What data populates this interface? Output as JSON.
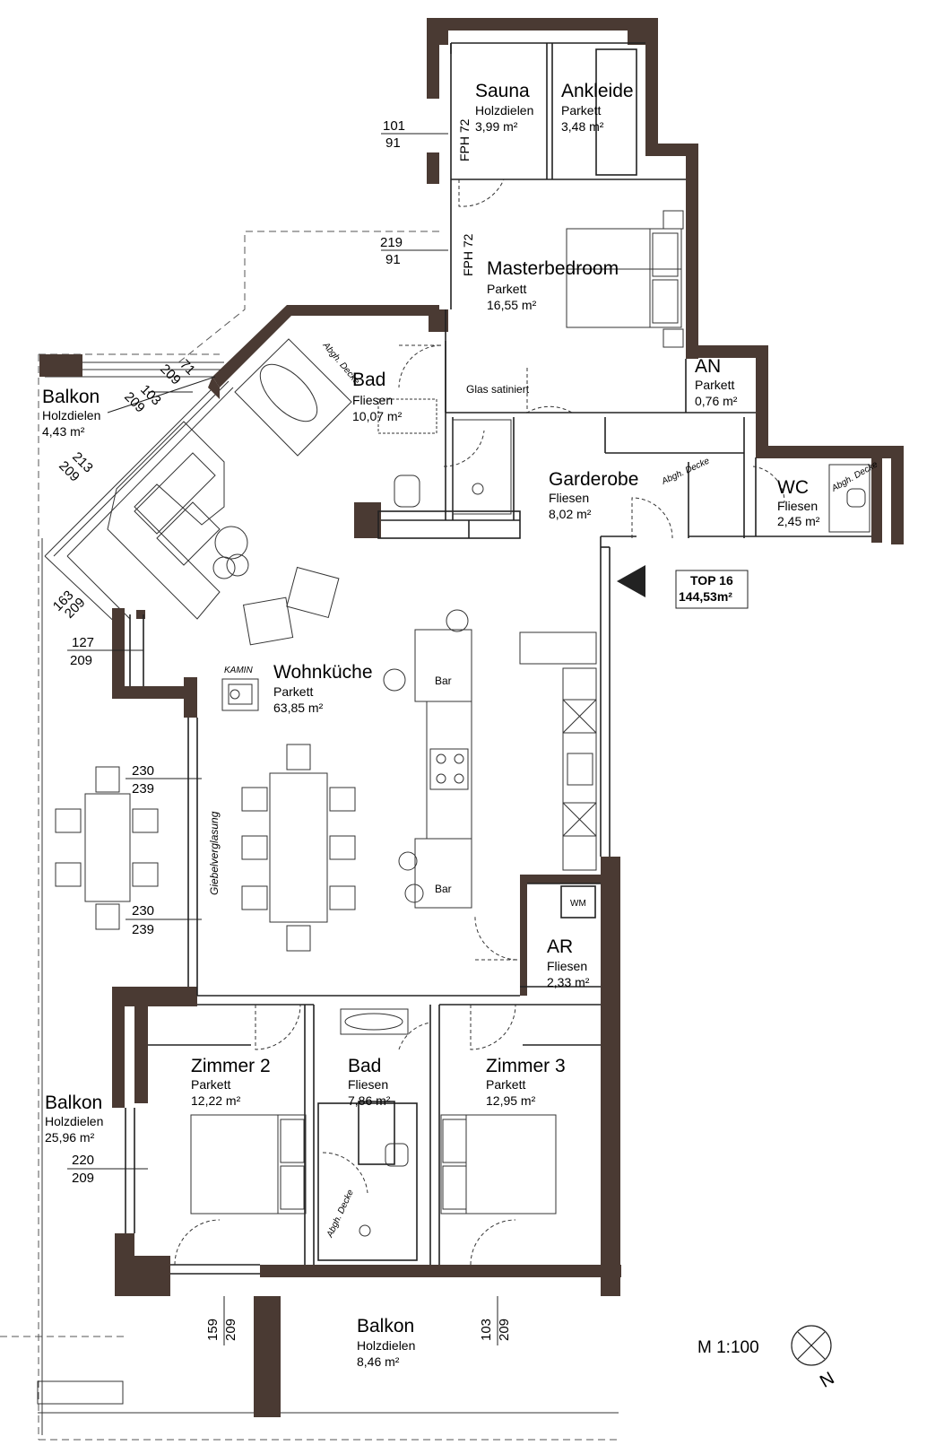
{
  "unit": {
    "label": "TOP 16",
    "area": "144,53m²"
  },
  "scale": "M 1:100",
  "north": "N",
  "rooms": {
    "sauna": {
      "name": "Sauna",
      "floor": "Holzdielen",
      "area": "3,99 m²"
    },
    "ankleide": {
      "name": "Ankleide",
      "floor": "Parkett",
      "area": "3,48 m²"
    },
    "masterbedroom": {
      "name": "Masterbedroom",
      "floor": "Parkett",
      "area": "16,55 m²"
    },
    "bad_top": {
      "name": "Bad",
      "floor": "Fliesen",
      "area": "10,07 m²"
    },
    "an": {
      "name": "AN",
      "floor": "Parkett",
      "area": "0,76 m²"
    },
    "garderobe": {
      "name": "Garderobe",
      "floor": "Fliesen",
      "area": "8,02 m²"
    },
    "wc": {
      "name": "WC",
      "floor": "Fliesen",
      "area": "2,45 m²"
    },
    "balkon_nw": {
      "name": "Balkon",
      "floor": "Holzdielen",
      "area": "4,43 m²"
    },
    "wohnkueche": {
      "name": "Wohnküche",
      "floor": "Parkett",
      "area": "63,85 m²"
    },
    "ar": {
      "name": "AR",
      "floor": "Fliesen",
      "area": "2,33 m²"
    },
    "zimmer2": {
      "name": "Zimmer 2",
      "floor": "Parkett",
      "area": "12,22 m²"
    },
    "bad_bottom": {
      "name": "Bad",
      "floor": "Fliesen",
      "area": "7,86 m²"
    },
    "zimmer3": {
      "name": "Zimmer 3",
      "floor": "Parkett",
      "area": "12,95 m²"
    },
    "balkon_w": {
      "name": "Balkon",
      "floor": "Holzdielen",
      "area": "25,96 m²"
    },
    "balkon_s": {
      "name": "Balkon",
      "floor": "Holzdielen",
      "area": "8,46 m²"
    }
  },
  "labels": {
    "fph1": "FPH 72",
    "fph2": "FPH 72",
    "glas": "Glas satiniert",
    "kamin": "KAMIN",
    "bar1": "Bar",
    "bar2": "Bar",
    "wm": "WM",
    "giebel": "Giebelverglasung",
    "abgh1": "Abgh. Decke",
    "abgh2": "Abgh. Decke",
    "abgh3": "Abgh. Decke",
    "abgh4": "Abgh. Decke"
  },
  "dims": {
    "d1": [
      "101",
      "91"
    ],
    "d2": [
      "219",
      "91"
    ],
    "d3": [
      "71",
      "209"
    ],
    "d4": [
      "103",
      "209"
    ],
    "d5": [
      "213",
      "209"
    ],
    "d6": [
      "163",
      "209"
    ],
    "d7": [
      "127",
      "209"
    ],
    "d8": [
      "230",
      "239"
    ],
    "d9": [
      "230",
      "239"
    ],
    "d10": [
      "220",
      "209"
    ],
    "d11": [
      "159",
      "209"
    ],
    "d12": [
      "103",
      "209"
    ]
  },
  "colors": {
    "wall": "#4a3a33",
    "line": "#222222",
    "dash": "#555555"
  }
}
